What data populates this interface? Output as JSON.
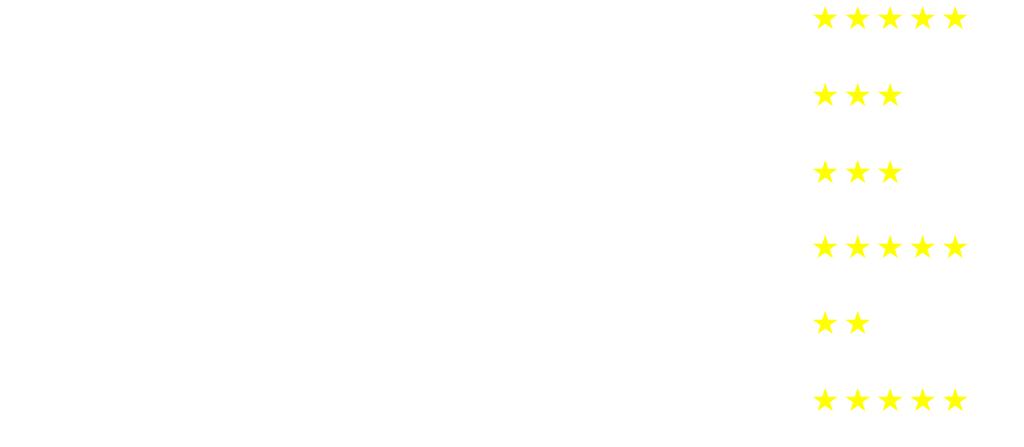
{
  "star_glyph": "★",
  "star_color": "#ffff00",
  "background_color": "#ffffff",
  "ratings": [
    {
      "stars": 5
    },
    {
      "stars": 3
    },
    {
      "stars": 3
    },
    {
      "stars": 5
    },
    {
      "stars": 2
    },
    {
      "stars": 5
    }
  ]
}
